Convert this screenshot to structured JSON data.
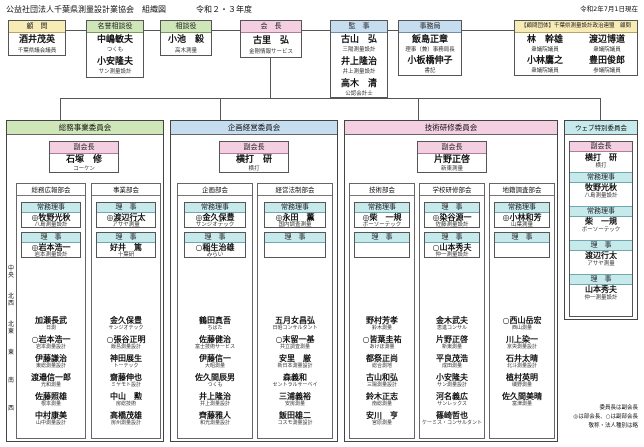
{
  "title": "公益社団法人千葉県測量設計業協会　組織図",
  "era": "令和２・３年度",
  "date": "令和2年7月1日現在",
  "top": {
    "komon": {
      "role": "顧　問",
      "name": "酒井茂英",
      "aff": "千葉県議会議員"
    },
    "meiyo": {
      "role": "名誉相談役",
      "members": [
        {
          "name": "中嶋敏夫",
          "aff": "つくも"
        },
        {
          "name": "小安隆夫",
          "aff": "サン測量設計"
        }
      ]
    },
    "soudan": {
      "role": "相談役",
      "name": "小池　毅",
      "aff": "高木測量"
    },
    "kaicho": {
      "role": "会　長",
      "name": "古里　弘",
      "aff": "金剛情報サービス"
    },
    "kanji": {
      "role": "監　事",
      "members": [
        {
          "name": "古山　弘",
          "aff": "三陽測量設計"
        },
        {
          "name": "井上隆治",
          "aff": "井上測量設計"
        },
        {
          "name": "高木　清",
          "aff": "公認会計士"
        }
      ]
    },
    "jimu": {
      "role": "事務局",
      "members": [
        {
          "name": "飯島正章",
          "aff": "理事（兼）事務局長"
        },
        {
          "name": "小板橋伸子",
          "aff": "書記"
        }
      ]
    },
    "renmei": {
      "role": "【顧問団体】千葉県測量設計政治連盟　顧問",
      "members": [
        {
          "name": "林　幹雄",
          "aff": "衆議院議員"
        },
        {
          "name": "渡辺博道",
          "aff": "衆議院議員"
        },
        {
          "name": "小林鷹之",
          "aff": "衆議院議員"
        },
        {
          "name": "豊田俊郎",
          "aff": "参議院議員"
        }
      ]
    }
  },
  "committees": {
    "soumu": {
      "title": "総務事業委員会",
      "fuku": {
        "role": "副会長",
        "name": "石塚　修",
        "aff": "コーケン"
      },
      "subs": {
        "kouhou": {
          "title": "総務広報部会",
          "joumu": {
            "role": "常務理事",
            "name": "◎牧野光秋",
            "aff": "八島測量設計"
          },
          "riji": {
            "role": "理　事",
            "name": "◎岩本浩一",
            "aff": "岩本測量設計"
          },
          "members": [
            {
              "name": "加瀬長武",
              "aff": "日測"
            },
            {
              "name": "○岩本浩一",
              "aff": "岩本測量設計"
            },
            {
              "name": "伊藤謙治",
              "aff": "東総測量設計"
            },
            {
              "name": "渡邉信一郎",
              "aff": "光和測量"
            },
            {
              "name": "佐藤照雄",
              "aff": "根本測量"
            },
            {
              "name": "中村康美",
              "aff": "山中測量設計"
            }
          ]
        },
        "jigyou": {
          "title": "事業部会",
          "riji": {
            "role": "理　事",
            "name": "◎渡辺行太",
            "aff": "アサヤ測量"
          },
          "riji2": {
            "role": "理　事",
            "name": "好井　篤",
            "aff": "十葉研"
          },
          "members": [
            {
              "name": "金久保豊",
              "aff": "サンジオテック"
            },
            {
              "name": "○張谷正明",
              "aff": "飯島測量設計"
            },
            {
              "name": "神田展生",
              "aff": "トーテック"
            },
            {
              "name": "齋藤伸也",
              "aff": "ミヤモト設計"
            },
            {
              "name": "中山　勲",
              "aff": "房総技術"
            },
            {
              "name": "高橋茂雄",
              "aff": "房州測量設計"
            }
          ]
        }
      }
    },
    "kikaku": {
      "title": "企画経営委員会",
      "fuku": {
        "role": "副会長",
        "name": "横打　研",
        "aff": "横打"
      },
      "subs": {
        "kikaku": {
          "title": "企画部会",
          "joumu": {
            "role": "常務理事",
            "name": "◎金久保豊",
            "aff": "サンジオテック"
          },
          "riji": {
            "role": "理　事",
            "name": "○稲生治雄",
            "aff": "みらい"
          },
          "members": [
            {
              "name": "鶴田真吾",
              "aff": "ちばた"
            },
            {
              "name": "佐藤健治",
              "aff": "富士技術サービス"
            },
            {
              "name": "伊藤信一",
              "aff": "大昭測量"
            },
            {
              "name": "佐久間辰男",
              "aff": "つくも"
            },
            {
              "name": "井上隆治",
              "aff": "井上測量設計"
            },
            {
              "name": "齊藤雅人",
              "aff": "和光測量設計"
            }
          ]
        },
        "keiei": {
          "title": "経営法制部会",
          "joumu": {
            "role": "常務理事",
            "name": "◎永田　薫",
            "aff": "国内調査測量"
          },
          "riji": {
            "role": "理　事",
            "name": "",
            "aff": ""
          },
          "members": [
            {
              "name": "五月女昌弘",
              "aff": "日昭コンサルタント"
            },
            {
              "name": "○末留一基",
              "aff": "共立調査測量"
            },
            {
              "name": "安里　厳",
              "aff": "新日本測量設計"
            },
            {
              "name": "森義和",
              "aff": "セントラルサーベイ"
            },
            {
              "name": "三浦義裕",
              "aff": "安房測量"
            },
            {
              "name": "飯田雄二",
              "aff": "コスモ測量設計"
            }
          ]
        }
      }
    },
    "gijutsu": {
      "title": "技術研修委員会",
      "fuku": {
        "role": "副会長",
        "name": "片野正啓",
        "aff": "新東測量"
      },
      "subs": {
        "gichou": {
          "title": "技術部会",
          "joumu": {
            "role": "常務理事",
            "name": "◎柴　一規",
            "aff": "ボーソーテック"
          },
          "riji": {
            "role": "理　事",
            "name": "",
            "aff": ""
          },
          "members": [
            {
              "name": "野村芳孝",
              "aff": "鈴木測量"
            },
            {
              "name": "○皆葉圭祐",
              "aff": "あけぼ測量"
            },
            {
              "name": "都祭正尚",
              "aff": "総合測地"
            },
            {
              "name": "古山和弘",
              "aff": "三陽測量設計"
            },
            {
              "name": "鈴木正志",
              "aff": "南総測量"
            },
            {
              "name": "安川　亨",
              "aff": "宮原測量"
            }
          ]
        },
        "gakkou": {
          "title": "学校研修部会",
          "riji": {
            "role": "理　事",
            "name": "◎染谷源一",
            "aff": "佐藤測量設計"
          },
          "riji2": {
            "role": "理　事",
            "name": "○山本秀夫",
            "aff": "仲一測量設計"
          },
          "members": [
            {
              "name": "金木武夫",
              "aff": "恵進コンサル"
            },
            {
              "name": "片野正啓",
              "aff": "新東測量"
            },
            {
              "name": "平良茂浩",
              "aff": "成田測量"
            },
            {
              "name": "小安隆夫",
              "aff": "サン測量設計"
            },
            {
              "name": "河名義広",
              "aff": "サンレックス"
            },
            {
              "name": "篠崎哲也",
              "aff": "ケーミス・コンサルタント"
            }
          ]
        },
        "chiseki": {
          "title": "地籍調査部会",
          "joumu": {
            "role": "常務理事",
            "name": "◎小林和芳",
            "aff": "山葉測量"
          },
          "riji": {
            "role": "理　事",
            "name": "",
            "aff": ""
          },
          "members": [
            {
              "name": "○西山岳宏",
              "aff": "西山測量"
            },
            {
              "name": "川上染一",
              "aff": "京央測量設計"
            },
            {
              "name": "石井太晴",
              "aff": "北斗測量設計"
            },
            {
              "name": "植村英明",
              "aff": "磯野測量"
            },
            {
              "name": "佐久間美晴",
              "aff": "富津測量"
            }
          ]
        }
      }
    },
    "web": {
      "title": "ウェブ特別委員会",
      "members": [
        {
          "role": "副会長",
          "name": "横打　研",
          "aff": "横打"
        },
        {
          "role": "常務理事",
          "name": "牧野光秋",
          "aff": "八島測量設計"
        },
        {
          "role": "常務理事",
          "name": "柴　一規",
          "aff": "ボーソーテック"
        },
        {
          "role": "理　事",
          "name": "渡辺行太",
          "aff": "アサヤ測量"
        },
        {
          "role": "理　事",
          "name": "山本秀夫",
          "aff": "仲一測量設計"
        }
      ]
    }
  },
  "regions": [
    "中央",
    "北西",
    "北東",
    "東",
    "南",
    "西"
  ],
  "notes": [
    "委員長は副会長",
    "◎は部会長、○は副部会長",
    "敬称・法人種別は略"
  ]
}
